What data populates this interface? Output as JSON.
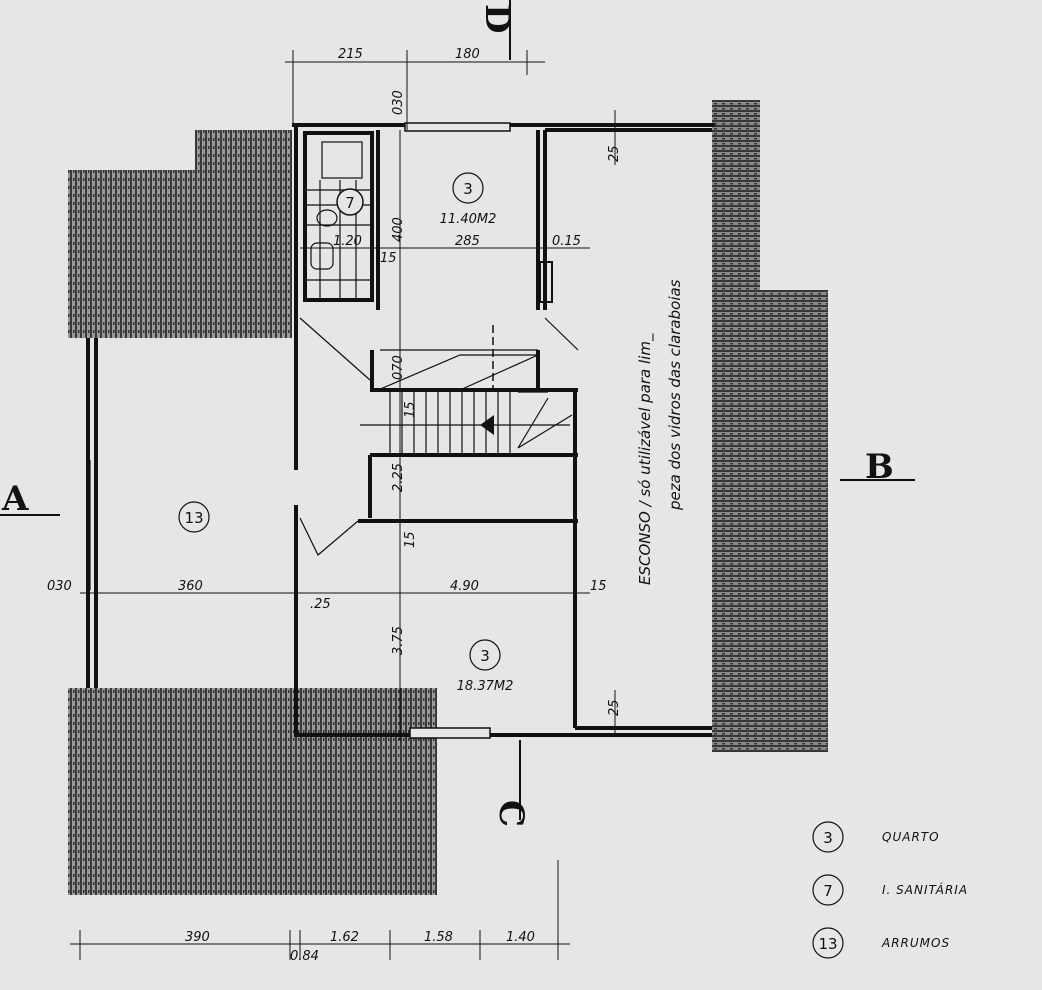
{
  "title": "Planta - piso superior",
  "rooms": {
    "quarto_top": {
      "number": "3",
      "area": "11.40M2"
    },
    "bathroom": {
      "number": "7"
    },
    "arrumos": {
      "number": "13"
    },
    "quarto_bottom": {
      "number": "3",
      "area": "18.37M2"
    },
    "esconso_line1": "ESCONSO / só utilizável para lim_",
    "esconso_line2": "peza dos vidros das claraboias"
  },
  "sections": {
    "a": "A",
    "b": "B",
    "c": "C",
    "d": "D"
  },
  "dimensions": {
    "top": [
      "215",
      "180"
    ],
    "top_wall": "030",
    "upper_row": [
      "1.20",
      "15",
      "285",
      "0.15"
    ],
    "vertical_400": "400",
    "middle_row": [
      "030",
      "360",
      ".25",
      "4.90",
      "15"
    ],
    "verticals": [
      "3.75",
      "15",
      "2.25",
      "15",
      "070",
      "25",
      "25"
    ],
    "bottom": [
      "390",
      "0.84",
      "1.62",
      "1.58",
      "1.40"
    ]
  },
  "legend": [
    {
      "number": "3",
      "label": "QUARTO"
    },
    {
      "number": "7",
      "label": "I. SANITÁRIA"
    },
    {
      "number": "13",
      "label": "ARRUMOS"
    }
  ]
}
